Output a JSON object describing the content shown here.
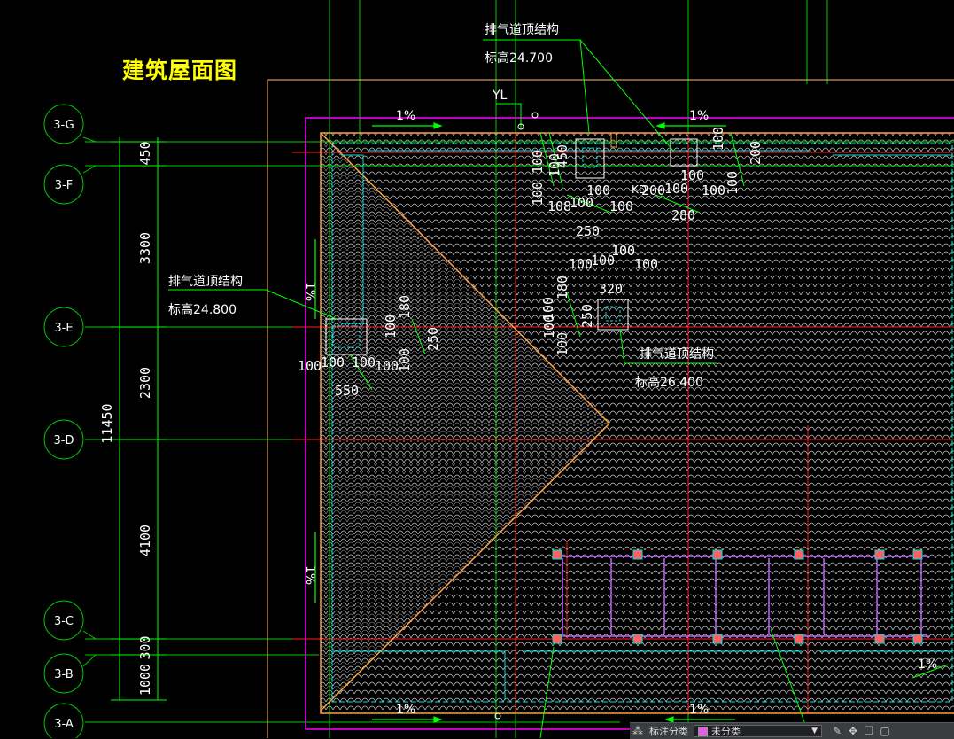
{
  "title": "建筑屋面图",
  "grid_axes": [
    {
      "label": "3-G"
    },
    {
      "label": "3-F"
    },
    {
      "label": "3-E"
    },
    {
      "label": "3-D"
    },
    {
      "label": "3-C"
    },
    {
      "label": "3-B"
    },
    {
      "label": "3-A"
    }
  ],
  "dimensions_vertical": {
    "segments": [
      "450",
      "3300",
      "2300",
      "4100",
      "300",
      "1000"
    ],
    "total": "11450"
  },
  "annotations": {
    "vent_top_1": {
      "name": "排气道顶结构",
      "elevation": "标高24.700"
    },
    "vent_top_2": {
      "name": "排气道顶结构",
      "elevation": "标高24.800"
    },
    "vent_top_3": {
      "name": "排气道顶结构",
      "elevation": "标高26.400"
    },
    "yl": "YL",
    "kd": "KD"
  },
  "slopes": [
    "1%",
    "1%",
    "1%",
    "1%",
    "1%",
    "1%",
    "1%"
  ],
  "detail_dims": {
    "d100": "100",
    "d450": "450",
    "d108": "108",
    "d250": "250",
    "d200": "200",
    "d280": "280",
    "d320": "320",
    "d550": "550",
    "d180": "180",
    "d1000": "1000"
  },
  "statusbar": {
    "label": "标注分类",
    "layer": "未分类"
  },
  "colors": {
    "background": "#000000",
    "grid_line": "#ff0000",
    "axis_line": "#00ff00",
    "title": "#ffff00",
    "roof_outline": "#ff00ff",
    "parapet": "#00ffff",
    "tiles": "#ffffff",
    "wall": "#ffa040"
  }
}
